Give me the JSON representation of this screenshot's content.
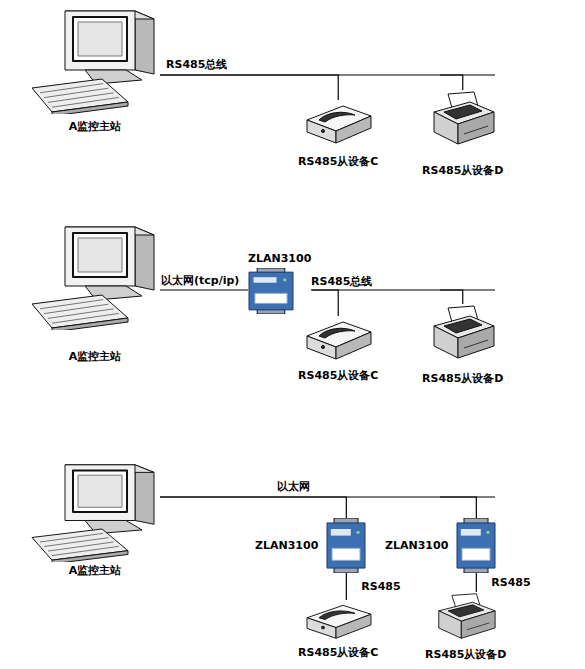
{
  "diagram": {
    "nodes": [
      {
        "text": [
          "A监控主站"
        ]
      },
      {
        "text": [
          "RS485从设备C"
        ]
      },
      {
        "text": [
          "RS485从设备D"
        ]
      },
      {
        "text": [
          "A监控主站"
        ]
      },
      {
        "text": [
          "ZLAN3100"
        ]
      },
      {
        "text": [
          "RS485从设备C"
        ]
      },
      {
        "text": [
          "RS485从设备D"
        ]
      },
      {
        "text": [
          "A监控主站"
        ]
      },
      {
        "text": [
          "ZLAN3100"
        ]
      },
      {
        "text": [
          "ZLAN3100"
        ]
      },
      {
        "text": [
          "RS485从设备C"
        ]
      },
      {
        "text": [
          "RS485从设备D"
        ]
      }
    ],
    "edges": [
      {
        "from": 0,
        "to": 1,
        "arrow": "none",
        "label": "RS485总线"
      },
      {
        "from": 0,
        "to": 2,
        "arrow": "none"
      },
      {
        "from": 3,
        "to": 4,
        "arrow": "none",
        "label": "以太网(tcp/ip)"
      },
      {
        "from": 4,
        "to": 5,
        "arrow": "none",
        "label": "RS485总线"
      },
      {
        "from": 4,
        "to": 6,
        "arrow": "none"
      },
      {
        "from": 7,
        "to": 8,
        "arrow": "none",
        "label": "以太网"
      },
      {
        "from": 7,
        "to": 9,
        "arrow": "none"
      },
      {
        "from": 8,
        "to": 10,
        "arrow": "none",
        "label": "RS485"
      },
      {
        "from": 9,
        "to": 11,
        "arrow": "none",
        "label": "RS485"
      }
    ]
  }
}
